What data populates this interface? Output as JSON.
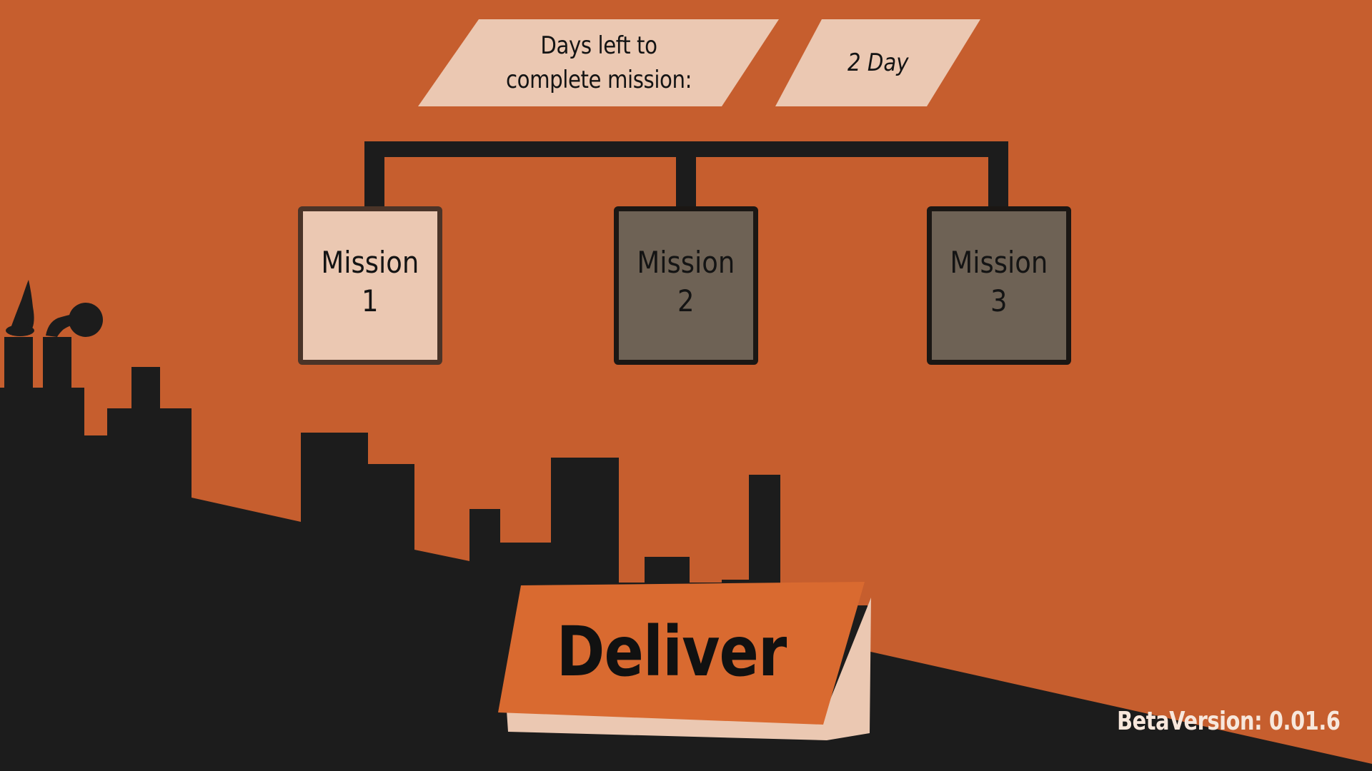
{
  "header": {
    "days_label": "Days left to complete mission:",
    "days_value": "2 Day"
  },
  "missions": [
    {
      "line1": "Mission",
      "line2": "1",
      "state": "active"
    },
    {
      "line1": "Mission",
      "line2": "2",
      "state": "locked"
    },
    {
      "line1": "Mission",
      "line2": "3",
      "state": "locked"
    }
  ],
  "deliver_label": "Deliver",
  "version_label": "BetaVersion: 0.01.6",
  "colors": {
    "background": "#c65e2e",
    "silhouette": "#1c1c1c",
    "banner": "#ebc8b2",
    "button": "#d96a30",
    "mission_active": "#ebc8b2",
    "mission_locked": "#6e6255",
    "text_dark": "#141414",
    "text_light": "#f7e7dc"
  },
  "icons": {
    "smokestack": "factory-chimney-icon"
  }
}
